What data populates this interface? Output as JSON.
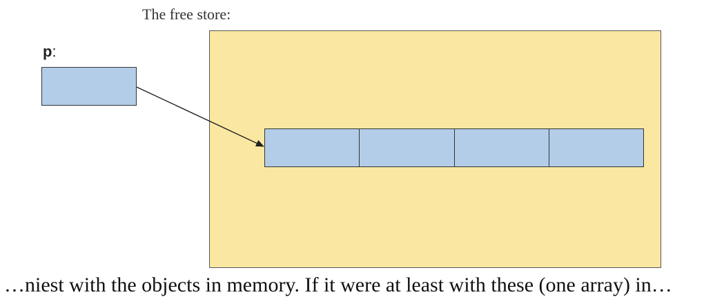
{
  "free_store_label": "The free store:",
  "pointer": {
    "name": "p",
    "colon": ":"
  },
  "array": {
    "cell_count": 4
  },
  "caption": "…niest with the objects in memory. If it were at least with these (one array) in…",
  "colors": {
    "free_store_fill": "#fae8a2",
    "box_fill": "#b3cde8",
    "outline": "#333333",
    "arrow": "#222222"
  }
}
